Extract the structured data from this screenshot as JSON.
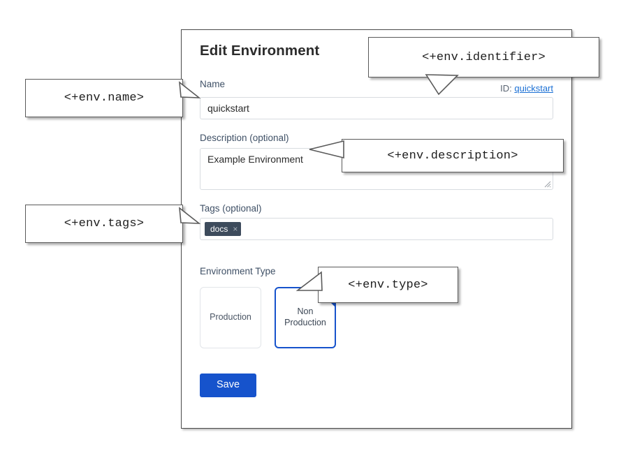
{
  "form": {
    "title": "Edit Environment",
    "id_label": "ID:",
    "id_value": "quickstart",
    "name": {
      "label": "Name",
      "value": "quickstart"
    },
    "description": {
      "label": "Description (optional)",
      "value": "Example Environment"
    },
    "tags": {
      "label": "Tags (optional)",
      "chips": [
        {
          "label": "docs",
          "remove_icon": "×"
        }
      ]
    },
    "environment_type": {
      "label": "Environment Type",
      "options": [
        {
          "label": "Production",
          "selected": false
        },
        {
          "label": "Non\nProduction",
          "line1": "Non",
          "line2": "Production",
          "selected": true
        }
      ]
    },
    "save_label": "Save"
  },
  "callouts": {
    "name": "<+env.name>",
    "identifier": "<+env.identifier>",
    "description": "<+env.description>",
    "tags": "<+env.tags>",
    "type": "<+env.type>"
  },
  "colors": {
    "accent_blue": "#1653cc",
    "link_blue": "#1a6fd4",
    "label_slate": "#3f5066",
    "chip_bg": "#3d4b5c",
    "card_border": "#4a4a4a",
    "input_border": "#d8dce0"
  }
}
